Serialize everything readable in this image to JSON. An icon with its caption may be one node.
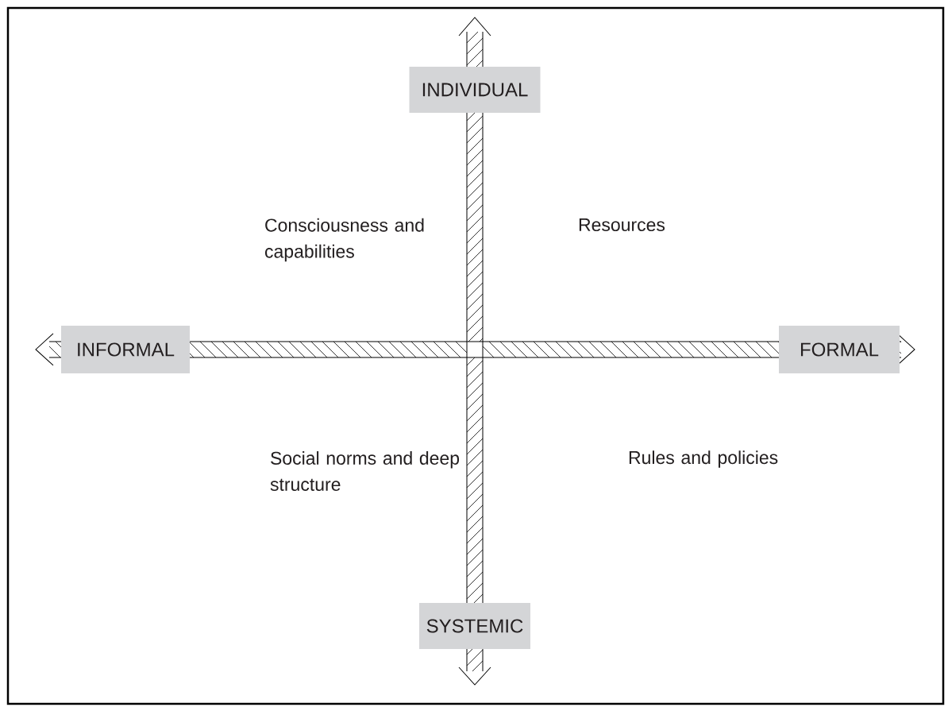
{
  "diagram": {
    "nodes": [
      {
        "text": [
          "INDIVIDUAL"
        ]
      },
      {
        "text": [
          "INFORMAL"
        ]
      },
      {
        "text": [
          "FORMAL"
        ]
      },
      {
        "text": [
          "SYSTEMIC"
        ]
      }
    ],
    "labels": [
      "Consciousness and capabilities",
      "Resources",
      "Social norms and deep structure",
      "Rules and policies"
    ]
  }
}
